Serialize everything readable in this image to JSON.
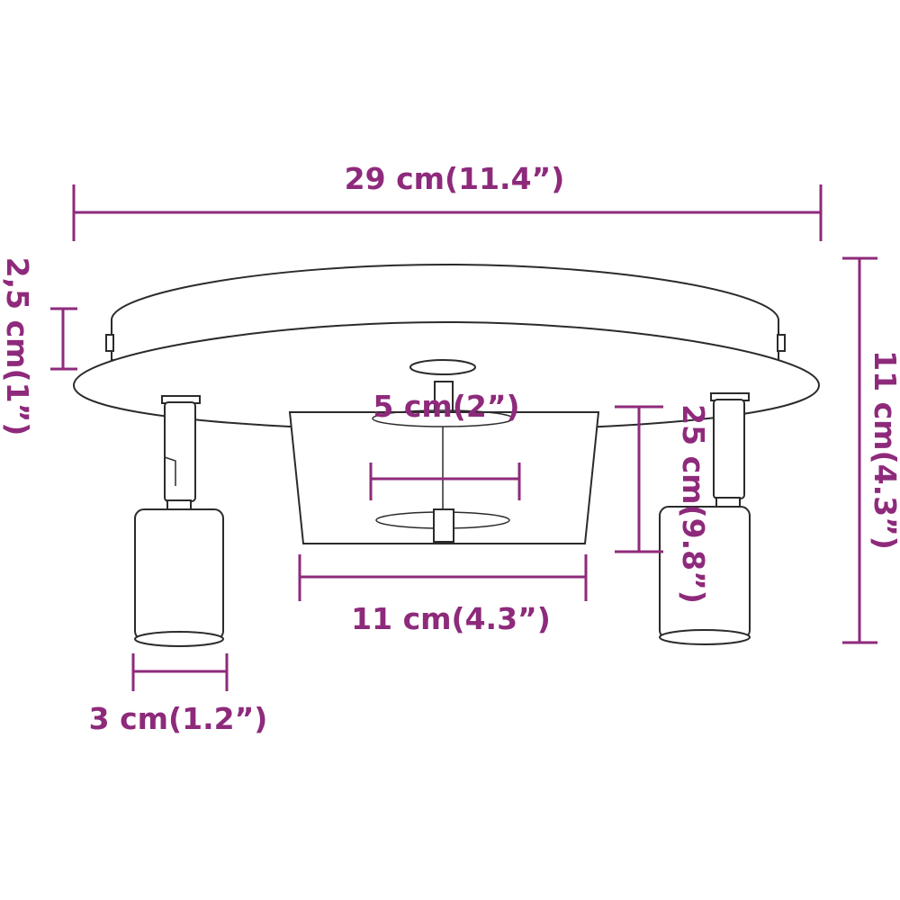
{
  "colors": {
    "dimension": "#8e2a7b",
    "outline": "#2b2b2b",
    "background": "#ffffff"
  },
  "dimensions": {
    "width_total": "29 cm(11.4”)",
    "height_total": "11 cm(4.3”)",
    "base_thickness": "2,5 cm(1”)",
    "inner_diameter": "5 cm(2”)",
    "shade_width": "11 cm(4.3”)",
    "shade_height": "25 cm(9.8”)",
    "spot_diameter": "3 cm(1.2”)"
  }
}
